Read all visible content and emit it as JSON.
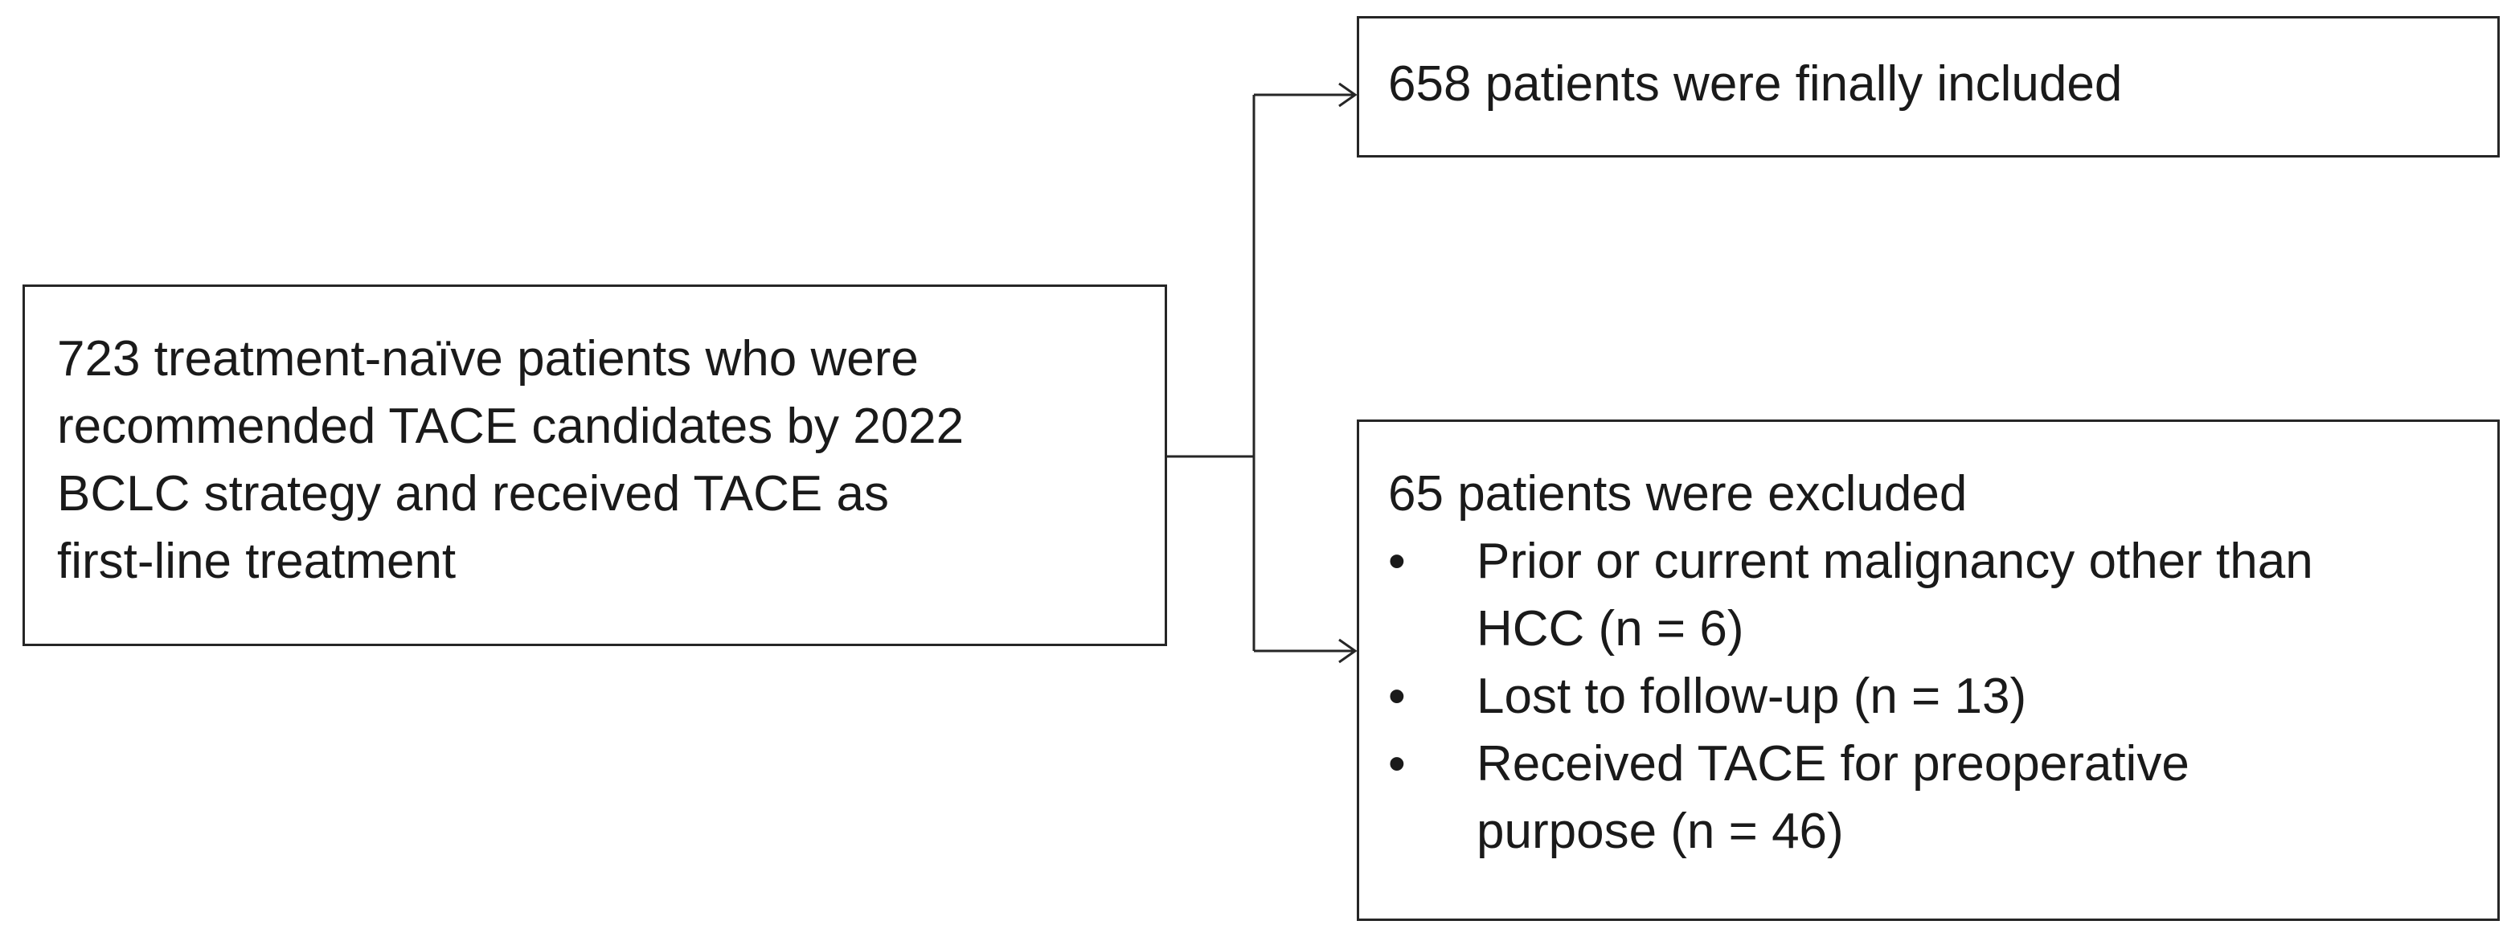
{
  "source_box": {
    "text": "723 treatment-naïve patients who were recommended TACE candidates by 2022 BCLC strategy and received TACE as first-line treatment",
    "lines": [
      "723 treatment-naïve patients who were",
      "recommended TACE candidates by 2022",
      "BCLC strategy and received TACE as",
      "first-line treatment"
    ]
  },
  "included_box": {
    "text": "658 patients were finally included"
  },
  "excluded_box": {
    "heading": "65 patients were excluded",
    "bullet_symbol": "•",
    "items": [
      {
        "lines": [
          "Prior or current malignancy other than",
          "HCC (n = 6)"
        ]
      },
      {
        "lines": [
          "Lost to follow-up (n = 13)"
        ]
      },
      {
        "lines": [
          "Received TACE for preoperative",
          "purpose (n = 46)"
        ]
      }
    ]
  },
  "colors": {
    "line": "#262626",
    "text": "#1a1a1a",
    "background": "#ffffff"
  }
}
